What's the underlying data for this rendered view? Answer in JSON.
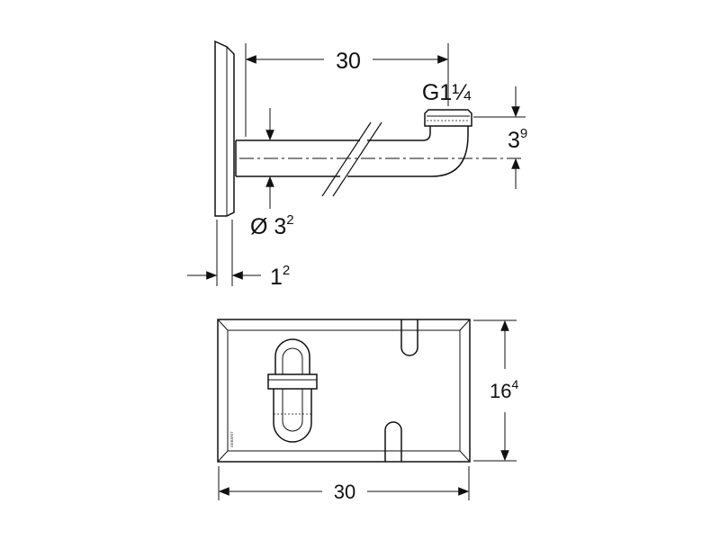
{
  "side_view": {
    "dim_length": "30",
    "dim_thread": "G1¼",
    "dim_offset": {
      "base": "3",
      "exp": "9"
    },
    "dim_diameter": {
      "base": "Ø 3",
      "exp": "2"
    },
    "dim_plate": {
      "base": "1",
      "exp": "2"
    }
  },
  "front_view": {
    "dim_height": {
      "base": "16",
      "exp": "4"
    },
    "dim_width": "30",
    "brand_mark": "GEBERIT"
  },
  "colors": {
    "line": "#111111",
    "background": "#ffffff"
  }
}
